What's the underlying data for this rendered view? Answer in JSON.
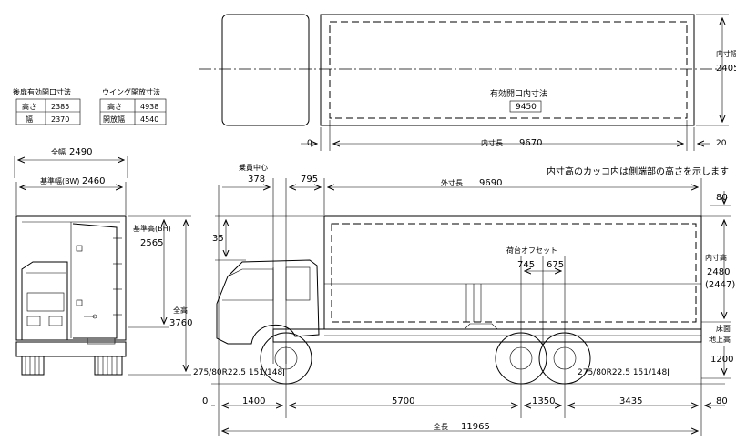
{
  "tables": {
    "rear_door": {
      "title": "後扉有効開口寸法",
      "rows": [
        {
          "label": "高さ",
          "value": "2385"
        },
        {
          "label": "幅",
          "value": "2370"
        }
      ]
    },
    "wing": {
      "title": "ウイング開放寸法",
      "rows": [
        {
          "label": "高さ",
          "value": "4938"
        },
        {
          "label": "開放幅",
          "value": "4540"
        }
      ]
    }
  },
  "top_view": {
    "inner_width_label": "内寸幅",
    "inner_width_value": "2405",
    "effective_opening_label": "有効開口内寸法",
    "effective_opening_value": "9450",
    "inner_length_label": "内寸長",
    "inner_length_value": "9670",
    "left_zero": "0",
    "right_gap": "20"
  },
  "note": "内寸高のカッコ内は側端部の高さを示します",
  "front_view": {
    "overall_width_label": "全幅",
    "overall_width_value": "2490",
    "base_width_label": "基準幅(BW)",
    "base_width_value": "2460",
    "base_height_label": "基準高(BH)",
    "base_height_value": "2565",
    "overall_height_label": "全高",
    "overall_height_value": "3760"
  },
  "side_view": {
    "crew_center_label": "乗員中心",
    "crew_center_value": "378",
    "front_gap_value": "795",
    "outer_length_label": "外寸長",
    "outer_length_value": "9690",
    "roof_gap_value": "35",
    "top_gap_value": "80",
    "inner_height_label": "内寸高",
    "inner_height_value": "2480",
    "inner_height_side_value": "(2447)",
    "bed_offset_label": "荷台オフセット",
    "bed_offset_a": "745",
    "bed_offset_b": "675",
    "floor_height_label_1": "床面",
    "floor_height_label_2": "地上高",
    "floor_height_value": "1200",
    "front_tire_spec": "275/80R22.5 151/148J",
    "rear_tire_spec": "275/80R22.5 151/148J",
    "bottom_dims": {
      "zero": "0",
      "front_overhang": "1400",
      "wheelbase": "5700",
      "rear_axle_spacing": "1350",
      "rear_overhang": "3435",
      "rear_gap": "80"
    },
    "overall_length_label": "全長",
    "overall_length_value": "11965"
  }
}
